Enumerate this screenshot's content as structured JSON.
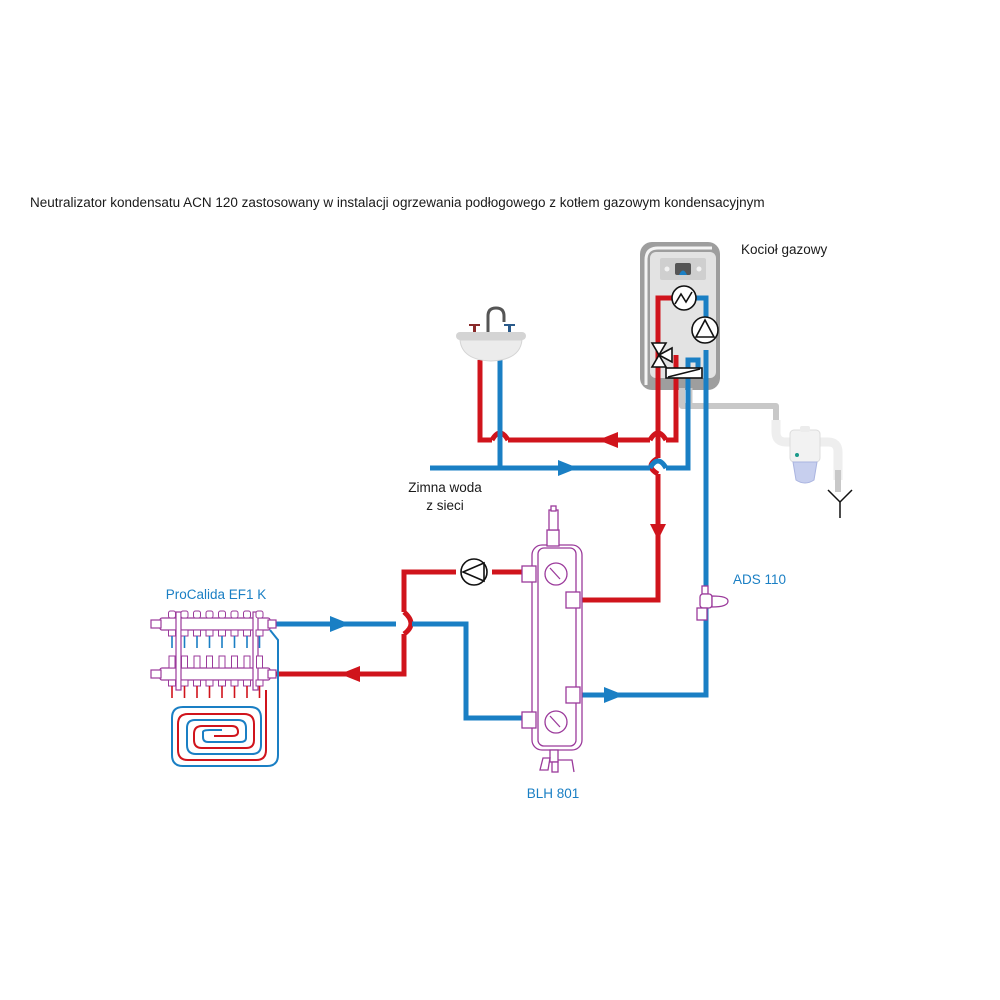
{
  "title": "Neutralizator kondensatu ACN 120 zastosowany w instalacji ogrzewania podłogowego z kotłem gazowym kondensacyjnym",
  "colors": {
    "hot": "#d0141c",
    "cold": "#1a7fc4",
    "device": "#9b3a9b",
    "boiler_frame": "#9e9e9e",
    "boiler_body": "#e3e3e3",
    "condensate_pipe": "#c8c8c8",
    "label_blue": "#1a7fc4",
    "label_black": "#1a1a1a"
  },
  "labels": {
    "boiler": "Kocioł gazowy",
    "cold_water_line1": "Zimna woda",
    "cold_water_line2": "z sieci",
    "manifold": "ProCalida EF1 K",
    "hydraulic_separator": "BLH 801",
    "dirt_separator": "ADS 110"
  },
  "components": [
    {
      "id": "boiler",
      "name": "Kocioł gazowy"
    },
    {
      "id": "sink",
      "name": "washbasin with mixer tap"
    },
    {
      "id": "neutralizer",
      "name": "ACN 120"
    },
    {
      "id": "drain",
      "name": "drain symbol"
    },
    {
      "id": "pump",
      "name": "circulation pump"
    },
    {
      "id": "hydraulic-separator",
      "name": "BLH 801"
    },
    {
      "id": "magnetic-filter",
      "name": "ADS 110"
    },
    {
      "id": "manifold",
      "name": "ProCalida EF1 K"
    },
    {
      "id": "floor-loop",
      "name": "underfloor heating loop"
    }
  ],
  "manifold_outlets": 8
}
